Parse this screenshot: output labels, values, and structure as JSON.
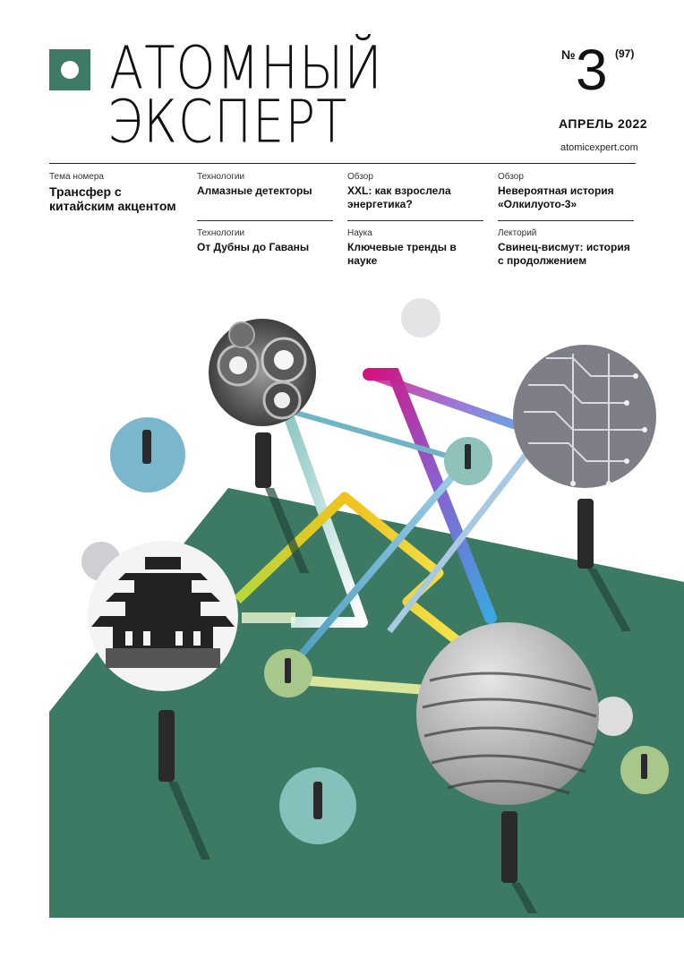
{
  "masthead": {
    "title_line1": "АТОМНЫЙ",
    "title_line2": "ЭКСПЕРТ",
    "issue_prefix": "№",
    "issue_number": "3",
    "issue_total": "(97)",
    "date": "АПРЕЛЬ 2022",
    "website": "atomicexpert.com"
  },
  "colors": {
    "brand_green": "#3f7a66",
    "field_green": "#3c7a64"
  },
  "contents": [
    {
      "category": "Тема номера",
      "headline": "Трансфер с китайским акцентом"
    },
    {
      "category": "Технологии",
      "headline": "Алмазные детекторы"
    },
    {
      "category": "Обзор",
      "headline": "XXL: как взрослела энергетика?"
    },
    {
      "category": "Обзор",
      "headline": "Невероятная история «Олкилуото-3»"
    },
    {
      "category": "Технологии",
      "headline": "От Дубны до Гаваны"
    },
    {
      "category": "Наука",
      "headline": "Ключевые тренды в науке"
    },
    {
      "category": "Лекторий",
      "headline": "Свинец-висмут: история с продолжением"
    }
  ],
  "illustration_icons": [
    "cells-photo",
    "circuit-photo",
    "pagoda-photo",
    "tea-field-photo",
    "person-silhouette-icon"
  ]
}
